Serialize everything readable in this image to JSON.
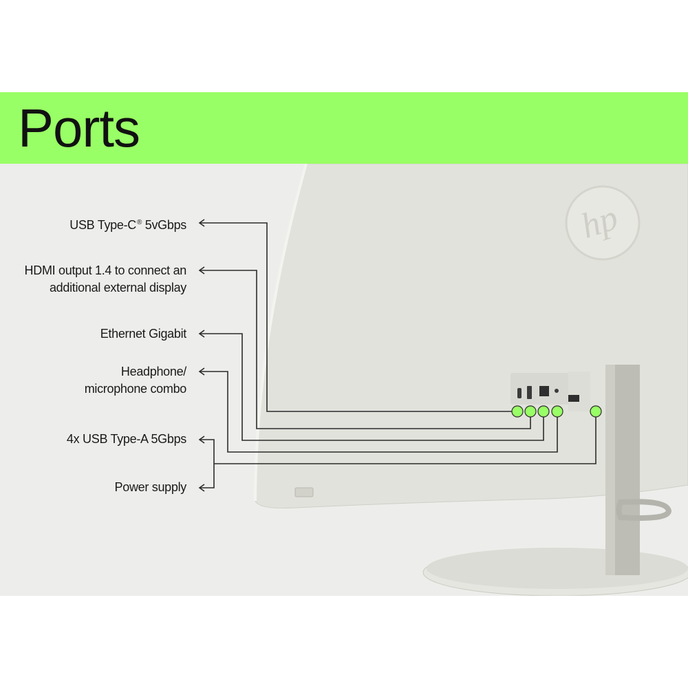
{
  "header": {
    "title": "Ports"
  },
  "labels": {
    "usb_c": {
      "text": "USB Type-C",
      "sup": "®",
      "suffix": " 5vGbps"
    },
    "hdmi": {
      "line1": "HDMI output 1.4 to connect an",
      "line2": "additional external display"
    },
    "ethernet": {
      "text": "Ethernet Gigabit"
    },
    "headphone": {
      "line1": "Headphone/",
      "line2": "microphone combo"
    },
    "usb_a": {
      "text": "4x USB Type-A 5Gbps"
    },
    "power": {
      "text": "Power supply"
    }
  },
  "brand_logo": "hp",
  "colors": {
    "banner": "#99ff66",
    "marker": "#99ff66",
    "background": "#ededeb"
  }
}
